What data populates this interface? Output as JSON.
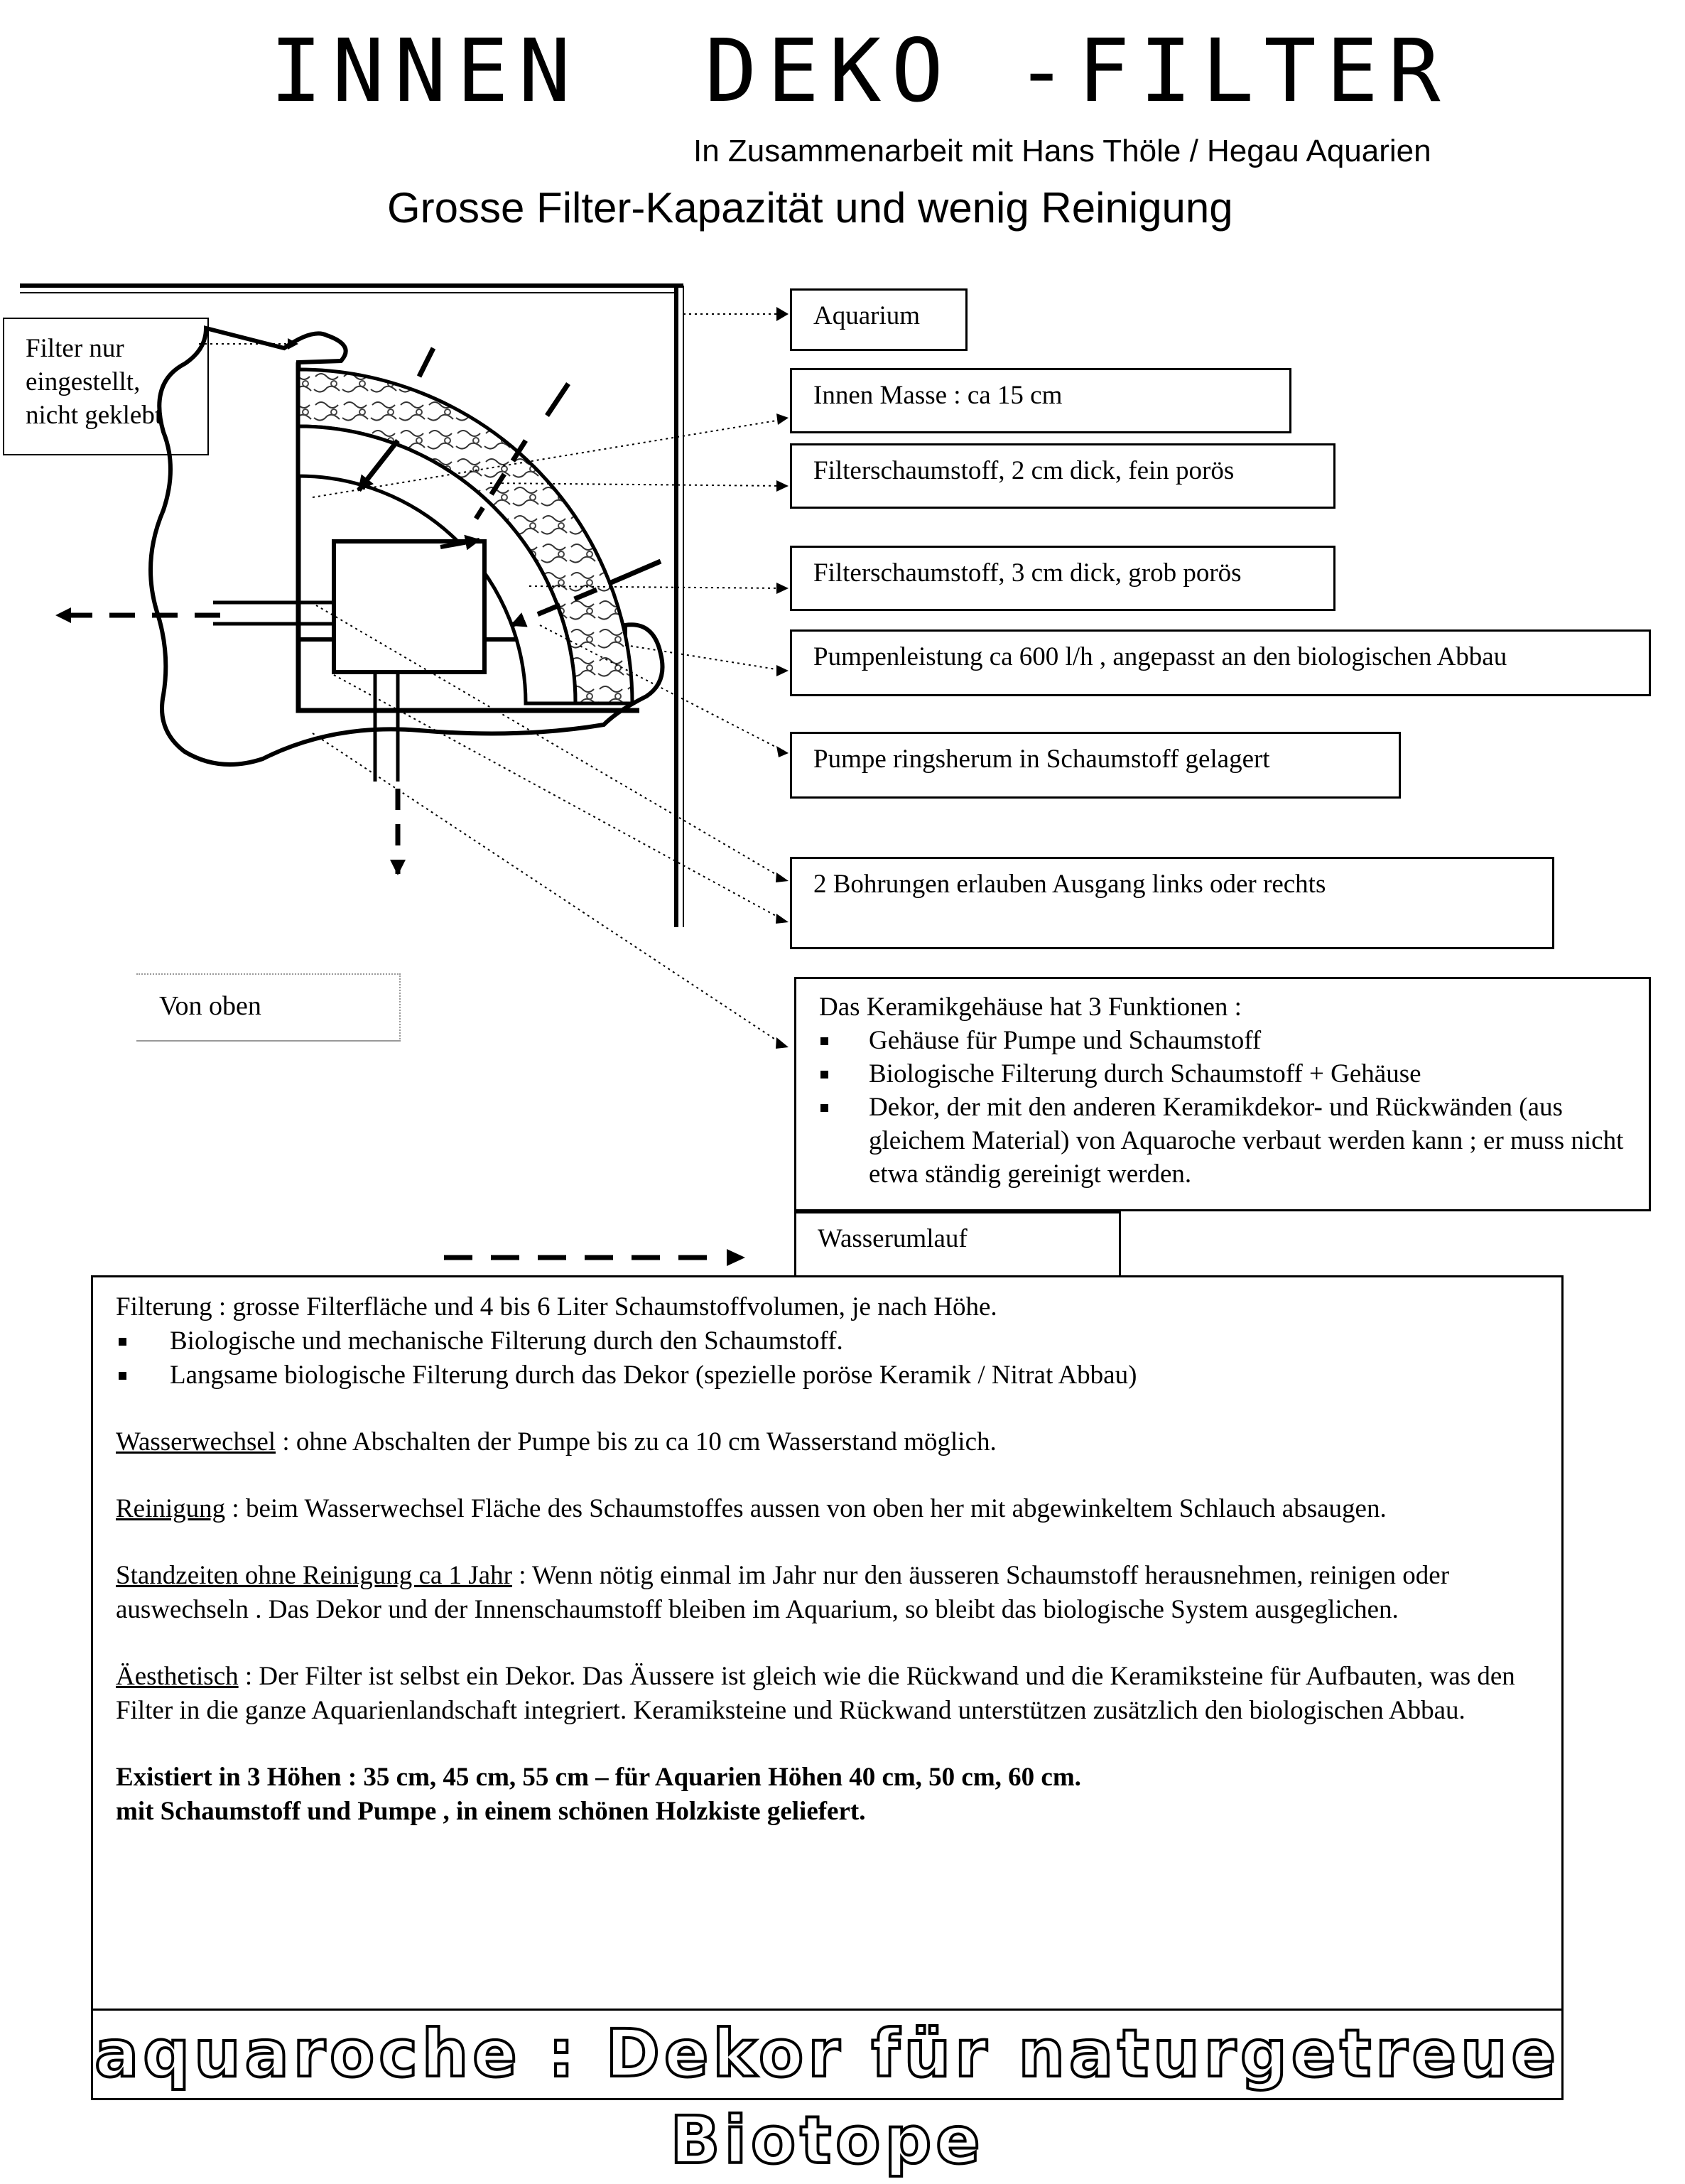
{
  "header": {
    "title": "INNEN  DEKO -FILTER",
    "subtitle": "In Zusammenarbeit mit Hans Thöle / Hegau Aquarien",
    "headline": "Grosse Filter-Kapazität und wenig Reinigung"
  },
  "diagram": {
    "side_note": [
      "Filter nur",
      "eingestellt,",
      "nicht geklebt"
    ],
    "view_label": "Von oben",
    "labels": [
      "Aquarium",
      "Innen  Masse : ca 15 cm",
      "Filterschaumstoff, 2 cm dick, fein porös",
      "Filterschaumstoff, 3 cm dick, grob porös",
      "Pumpenleistung ca 600 l/h , angepasst an den biologischen Abbau",
      "Pumpe ringsherum in Schaumstoff gelagert",
      "2 Bohrungen erlauben Ausgang links oder rechts"
    ],
    "functions": {
      "heading": "Das Keramikgehäuse hat 3 Funktionen :",
      "items": [
        "Gehäuse für Pumpe und  Schaumstoff",
        "Biologische Filterung durch Schaumstoff + Gehäuse",
        "Dekor, der mit den anderen Keramikdekor- und Rückwänden (aus gleichem Material) von Aquaroche verbaut werden kann ; er muss nicht etwa ständig gereinigt werden."
      ]
    },
    "legend": "Wasserumlauf"
  },
  "info": {
    "intro": "Filterung : grosse Filterfläche  und 4 bis 6 Liter Schaumstoffvolumen, je nach Höhe.",
    "bullets": [
      "Biologische und mechanische Filterung durch den Schaumstoff.",
      "Langsame biologische Filterung durch das Dekor (spezielle poröse Keramik / Nitrat Abbau)"
    ],
    "wasserwechsel_label": "Wasserwechsel",
    "wasserwechsel_text": ":  ohne Abschalten der Pumpe bis zu ca 10 cm Wasserstand möglich.",
    "reinigung_label": "Reinigung",
    "reinigung_text": ":  beim Wasserwechsel  Fläche des Schaumstoffes aussen von oben her mit abgewinkeltem Schlauch absaugen.",
    "standzeiten_label": "Standzeiten ohne Reinigung ca 1 Jahr",
    "standzeiten_text": ": Wenn nötig einmal im Jahr nur den äusseren Schaumstoff herausnehmen, reinigen oder auswechseln . Das Dekor und der Innenschaumstoff  bleiben im Aquarium, so bleibt das biologische System  ausgeglichen.",
    "aesthetisch_label": "Äesthetisch",
    "aesthetisch_text": ": Der Filter ist selbst ein Dekor. Das Äussere ist gleich wie die Rückwand und die Keramiksteine für Aufbauten, was den Filter in die ganze Aquarienlandschaft integriert. Keramiksteine und Rückwand unterstützen zusätzlich den biologischen Abbau.",
    "bold_line_1": "Existiert  in 3 Höhen :  35 cm, 45 cm, 55 cm – für Aquarien Höhen 40 cm, 50 cm, 60 cm.",
    "bold_line_2": "mit Schaumstoff  und Pumpe , in einem schönen Holzkiste geliefert."
  },
  "footer": {
    "slogan": "aquaroche : Dekor für naturgetreue Biotope"
  }
}
